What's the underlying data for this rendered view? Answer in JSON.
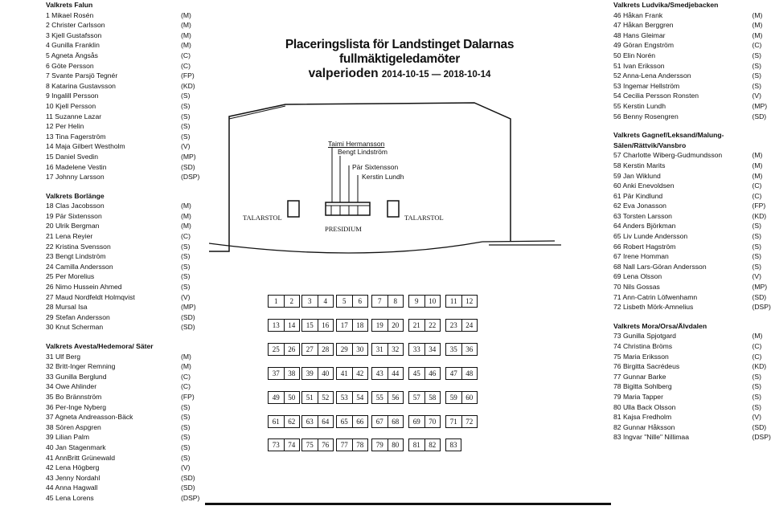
{
  "left": [
    {
      "title": "Valkrets Falun",
      "members": [
        [
          "1 Mikael Rosén",
          "(M)"
        ],
        [
          "2 Christer Carlsson",
          "(M)"
        ],
        [
          "3 Kjell Gustafsson",
          "(M)"
        ],
        [
          "4 Gunilla Franklin",
          "(M)"
        ],
        [
          "5 Agneta Ängsås",
          "(C)"
        ],
        [
          "6 Göte Persson",
          "(C)"
        ],
        [
          "7 Svante Parsjö Tegnér",
          "(FP)"
        ],
        [
          "8 Katarina Gustavsson",
          "(KD)"
        ],
        [
          "9 Ingalill Persson",
          "(S)"
        ],
        [
          "10 Kjell Persson",
          "(S)"
        ],
        [
          "11 Suzanne Lazar",
          "(S)"
        ],
        [
          "12 Per Helin",
          "(S)"
        ],
        [
          "13 Tina Fagerström",
          "(S)"
        ],
        [
          "14 Maja Gilbert Westholm",
          "(V)"
        ],
        [
          "15 Daniel Svedin",
          "(MP)"
        ],
        [
          "16 Madelene Vestin",
          "(SD)"
        ],
        [
          "17 Johnny Larsson",
          "(DSP)"
        ]
      ]
    },
    {
      "title": "Valkrets Borlänge",
      "members": [
        [
          "18 Clas Jacobsson",
          "(M)"
        ],
        [
          "19 Pär Sixtensson",
          "(M)"
        ],
        [
          "20 Ulrik Bergman",
          "(M)"
        ],
        [
          "21 Lena Reyier",
          "(C)"
        ],
        [
          "22 Kristina Svensson",
          "(S)"
        ],
        [
          "23 Bengt Lindström",
          "(S)"
        ],
        [
          "24 Camilla Andersson",
          "(S)"
        ],
        [
          "25 Per Morelius",
          "(S)"
        ],
        [
          "26 Nimo Hussein Ahmed",
          "(S)"
        ],
        [
          "27 Maud Nordfeldt Holmqvist",
          "(V)"
        ],
        [
          "28 Mursal Isa",
          "(MP)"
        ],
        [
          "29 Stefan Andersson",
          "(SD)"
        ],
        [
          "30 Knut Scherman",
          "(SD)"
        ]
      ]
    },
    {
      "title": "Valkrets Avesta/Hedemora/ Säter",
      "members": [
        [
          "31 Ulf Berg",
          "(M)"
        ],
        [
          "32 Britt-Inger Remning",
          "(M)"
        ],
        [
          "33 Gunilla Berglund",
          "(C)"
        ],
        [
          "34 Owe Ahlinder",
          "(C)"
        ],
        [
          "35 Bo Brännström",
          "(FP)"
        ],
        [
          "36 Per-Inge Nyberg",
          "(S)"
        ],
        [
          "37 Agneta Andreasson-Bäck",
          "(S)"
        ],
        [
          "38 Sören Aspgren",
          "(S)"
        ],
        [
          "39 Lilian Palm",
          "(S)"
        ],
        [
          "40 Jan Stagenmark",
          "(S)"
        ],
        [
          "41 AnnBritt Grünewald",
          "(S)"
        ],
        [
          "42 Lena Högberg",
          "(V)"
        ],
        [
          "43 Jenny Nordahl",
          "(SD)"
        ],
        [
          "44 Anna Hagwall",
          "(SD)"
        ],
        [
          "45 Lena Lorens",
          "(DSP)"
        ]
      ]
    }
  ],
  "right": [
    {
      "title": "Valkrets Ludvika/Smedjebacken",
      "members": [
        [
          "46 Håkan Frank",
          "(M)"
        ],
        [
          "47 Håkan Berggren",
          "(M)"
        ],
        [
          "48 Hans Gleimar",
          "(M)"
        ],
        [
          "49 Göran Engström",
          "(C)"
        ],
        [
          "50 Elin Norén",
          "(S)"
        ],
        [
          "51 Ivan Eriksson",
          "(S)"
        ],
        [
          "52 Anna-Lena Andersson",
          "(S)"
        ],
        [
          "53 Ingemar Hellström",
          "(S)"
        ],
        [
          "54 Cecilia Persson Ronsten",
          "(V)"
        ],
        [
          "55 Kerstin Lundh",
          "(MP)"
        ],
        [
          "56 Benny Rosengren",
          "(SD)"
        ]
      ]
    },
    {
      "title": "Valkrets Gagnef/Leksand/Malung-Sälen/Rättvik/Vansbro",
      "members": [
        [
          "57 Charlotte Wiberg-Gudmundsson",
          "(M)"
        ],
        [
          "58 Kerstin Marits",
          "(M)"
        ],
        [
          "59 Jan Wiklund",
          "(M)"
        ],
        [
          "60 Anki Enevoldsen",
          "(C)"
        ],
        [
          "61 Pär Kindlund",
          "(C)"
        ],
        [
          "62 Eva Jonasson",
          "(FP)"
        ],
        [
          "63 Torsten Larsson",
          "(KD)"
        ],
        [
          "64 Anders Björkman",
          "(S)"
        ],
        [
          "65 Liv Lunde Andersson",
          "(S)"
        ],
        [
          "66 Robert Hagström",
          "(S)"
        ],
        [
          "67 Irene Homman",
          "(S)"
        ],
        [
          "68 Nall Lars-Göran Andersson",
          "(S)"
        ],
        [
          "69 Lena Olsson",
          "(V)"
        ],
        [
          "70 Nils Gossas",
          "(MP)"
        ],
        [
          "71 Ann-Catrin Löfwenhamn",
          "(SD)"
        ],
        [
          "72 Lisbeth Mörk-Amnelius",
          "(DSP)"
        ]
      ]
    },
    {
      "title": "Valkrets Mora/Orsa/Älvdalen",
      "members": [
        [
          "73 Gunilla Spjotgard",
          "(M)"
        ],
        [
          "74 Christina Bröms",
          "(C)"
        ],
        [
          "75 Maria Eriksson",
          "(C)"
        ],
        [
          "76 Birgitta Sacrédeus",
          "(KD)"
        ],
        [
          "77 Gunnar Barke",
          "(S)"
        ],
        [
          "78 Bigitta Sohlberg",
          "(S)"
        ],
        [
          "79 Maria Tapper",
          "(S)"
        ],
        [
          "80 Ulla Back Olsson",
          "(S)"
        ],
        [
          "81 Kajsa Fredholm",
          "(V)"
        ],
        [
          "82 Gunnar Håksson",
          "(SD)"
        ],
        [
          "83 Ingvar \"Nille\" Nillimaa",
          "(DSP)"
        ]
      ]
    }
  ],
  "title": {
    "line1": "Placeringslista för Landstinget Dalarnas fullmäktigeledamöter",
    "line2a": "valperioden",
    "line2b": "2014-10-15 — 2018-10-14"
  },
  "room": {
    "talarstol_left": "TALARSTOL",
    "talarstol_right": "TALARSTOL",
    "presidium": "PRESIDIUM",
    "names": [
      "Taimi Hermansson",
      "Bengt Lindström",
      "Pär Sixtensson",
      "Kerstin Lundh"
    ]
  },
  "seats": [
    [
      "1",
      "2"
    ],
    [
      "3",
      "4"
    ],
    [
      "5",
      "6"
    ],
    [
      "7",
      "8"
    ],
    [
      "9",
      "10"
    ],
    [
      "11",
      "12"
    ],
    [
      "13",
      "14"
    ],
    [
      "15",
      "16"
    ],
    [
      "17",
      "18"
    ],
    [
      "19",
      "20"
    ],
    [
      "21",
      "22"
    ],
    [
      "23",
      "24"
    ],
    [
      "25",
      "26"
    ],
    [
      "27",
      "28"
    ],
    [
      "29",
      "30"
    ],
    [
      "31",
      "32"
    ],
    [
      "33",
      "34"
    ],
    [
      "35",
      "36"
    ],
    [
      "37",
      "38"
    ],
    [
      "39",
      "40"
    ],
    [
      "41",
      "42"
    ],
    [
      "43",
      "44"
    ],
    [
      "45",
      "46"
    ],
    [
      "47",
      "48"
    ],
    [
      "49",
      "50"
    ],
    [
      "51",
      "52"
    ],
    [
      "53",
      "54"
    ],
    [
      "55",
      "56"
    ],
    [
      "57",
      "58"
    ],
    [
      "59",
      "60"
    ],
    [
      "61",
      "62"
    ],
    [
      "63",
      "64"
    ],
    [
      "65",
      "66"
    ],
    [
      "67",
      "68"
    ],
    [
      "69",
      "70"
    ],
    [
      "71",
      "72"
    ],
    [
      "73",
      "74"
    ],
    [
      "75",
      "76"
    ],
    [
      "77",
      "78"
    ],
    [
      "79",
      "80"
    ],
    [
      "81",
      "82"
    ],
    [
      "83"
    ]
  ]
}
